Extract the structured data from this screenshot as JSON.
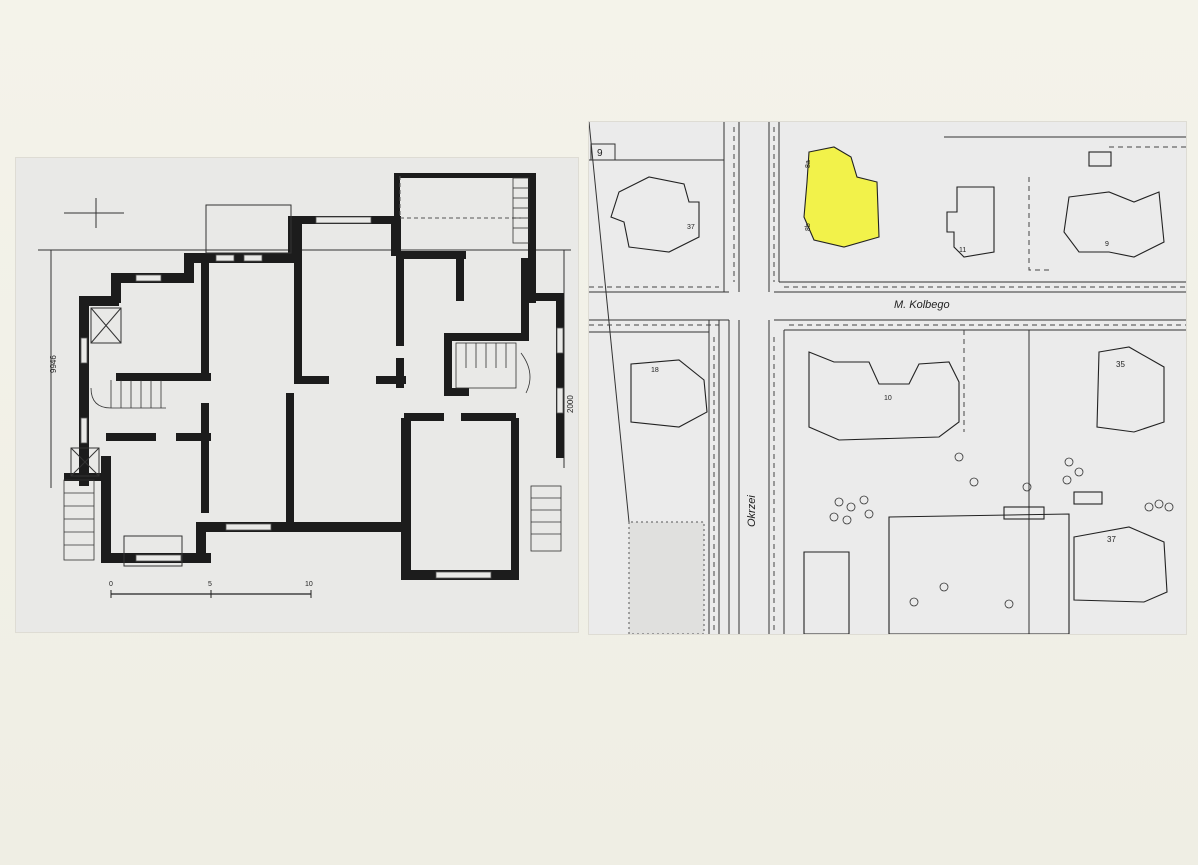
{
  "floor_plan": {
    "dimension_left": "9946",
    "dimension_right": "2000",
    "scale_labels": [
      "0",
      "5",
      "10"
    ]
  },
  "site_map": {
    "street_horizontal": "M. Kolbego",
    "street_vertical": "Okrzei",
    "highlight_color": "#f2f24a",
    "building_numbers": {
      "top_left_corner": "9",
      "left_house": "37",
      "highlighted_a": "8a",
      "highlighted_b": "8b",
      "small_house": "11",
      "right_house": "9",
      "lower_left": "18",
      "villa": "10",
      "lower_right": "35",
      "bottom_right": "37"
    }
  }
}
